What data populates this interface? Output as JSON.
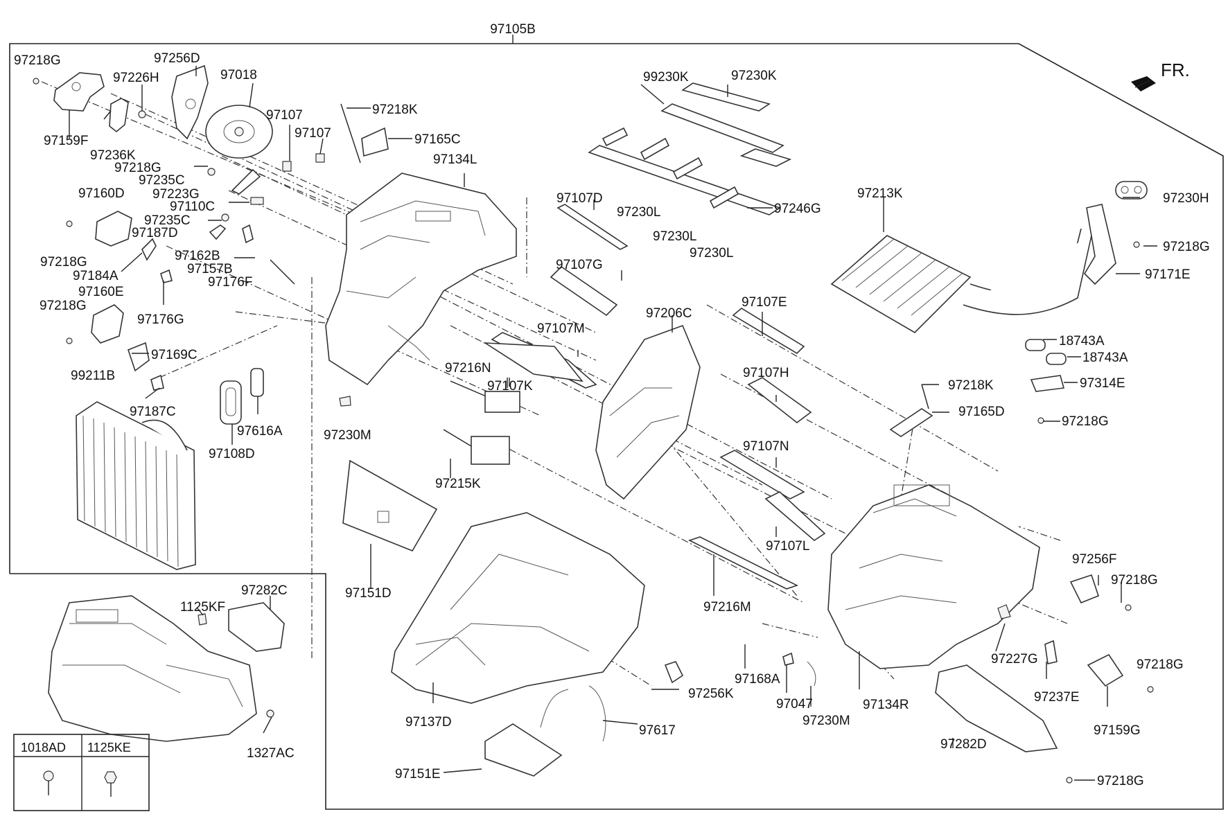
{
  "assembly_label": "97105B",
  "direction_label": "FR.",
  "parts": {
    "p97218G_a": "97218G",
    "p97256D": "97256D",
    "p97226H": "97226H",
    "p97018": "97018",
    "p97159F": "97159F",
    "p97236K": "97236K",
    "p97107_a": "97107",
    "p97107_b": "97107",
    "p97218K_a": "97218K",
    "p97165C": "97165C",
    "p99230K": "99230K",
    "p97230K": "97230K",
    "p97218G_b": "97218G",
    "p97235C_a": "97235C",
    "p97223G": "97223G",
    "p97134L": "97134L",
    "p97160D": "97160D",
    "p97110C": "97110C",
    "p97235C_b": "97235C",
    "p97187D": "97187D",
    "p97107D": "97107D",
    "p97230L_a": "97230L",
    "p97246G": "97246G",
    "p97230L_b": "97230L",
    "p97230L_c": "97230L",
    "p97213K": "97213K",
    "p97230H": "97230H",
    "p97218G_c": "97218G",
    "p97162B": "97162B",
    "p97157B": "97157B",
    "p97184A": "97184A",
    "p97176F": "97176F",
    "p97160E": "97160E",
    "p97107G": "97107G",
    "p97171E": "97171E",
    "p97218G_d": "97218G",
    "p97176G": "97176G",
    "p97107E": "97107E",
    "p97206C": "97206C",
    "p97107M": "97107M",
    "p18743A_a": "18743A",
    "p18743A_b": "18743A",
    "p97169C": "97169C",
    "p99211B": "99211B",
    "p97216N": "97216N",
    "p97107K": "97107K",
    "p97107H": "97107H",
    "p97314E": "97314E",
    "p97218K_b": "97218K",
    "p97187C": "97187C",
    "p97165D": "97165D",
    "p97218G_e": "97218G",
    "p97616A": "97616A",
    "p97230M_a": "97230M",
    "p97108D": "97108D",
    "p97107N": "97107N",
    "p97215K": "97215K",
    "p97107L": "97107L",
    "p97256F": "97256F",
    "p97151D": "97151D",
    "p97218G_f": "97218G",
    "p97282C": "97282C",
    "p1125KF": "1125KF",
    "p97216M": "97216M",
    "p97227G": "97227G",
    "p97218G_g": "97218G",
    "p97168A": "97168A",
    "p97256K": "97256K",
    "p97237E": "97237E",
    "p97047": "97047",
    "p97230M_b": "97230M",
    "p97134R": "97134R",
    "p97137D": "97137D",
    "p97159G": "97159G",
    "p97617": "97617",
    "p97282D": "97282D",
    "p1327AC": "1327AC",
    "p97151E": "97151E",
    "p97218G_h": "97218G"
  },
  "fastener_table": {
    "col1": "1018AD",
    "col2": "1125KE"
  }
}
